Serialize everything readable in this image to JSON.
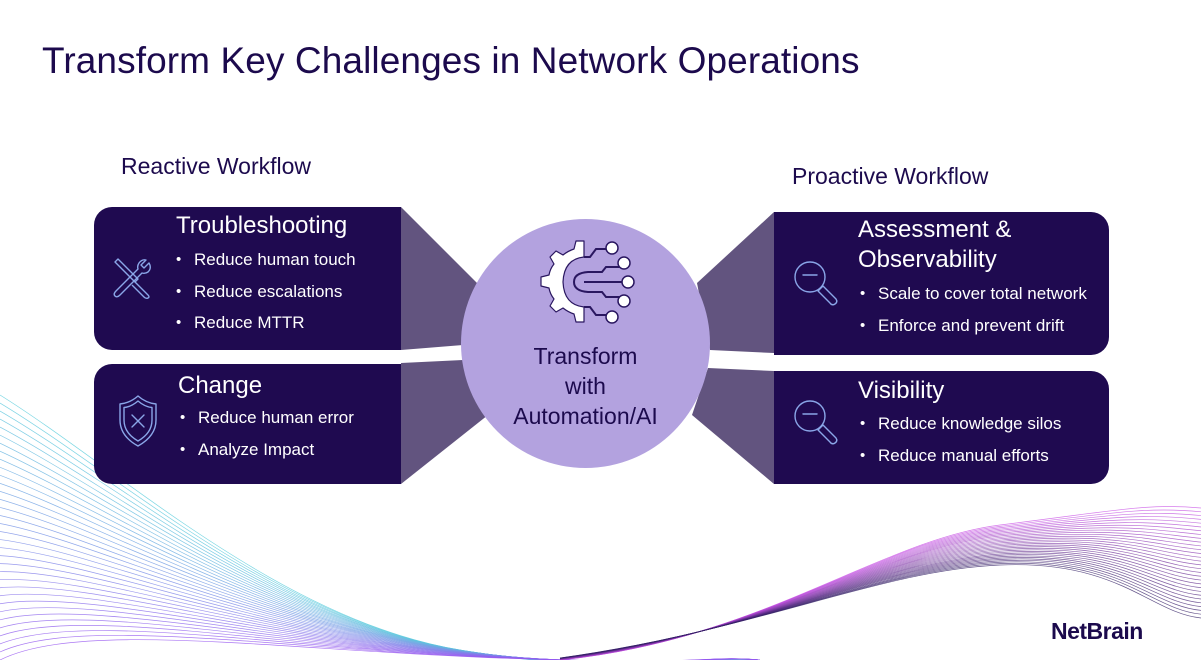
{
  "slide": {
    "title": "Transform Key Challenges in Network Operations",
    "colors": {
      "title": "#1c0a4d",
      "card_bg": "#1f0a50",
      "connector": "#62547f",
      "hub": "#b3a2df",
      "icon_stroke": "#8aa6e8"
    }
  },
  "reactive": {
    "label": "Reactive Workflow",
    "cards": [
      {
        "title": "Troubleshooting",
        "icon": "tools-icon",
        "bullets": [
          "Reduce human touch",
          "Reduce escalations",
          "Reduce MTTR"
        ]
      },
      {
        "title": "Change",
        "icon": "shield-x-icon",
        "bullets": [
          "Reduce human error",
          "Analyze Impact"
        ]
      }
    ]
  },
  "hub": {
    "icon": "gear-circuit-icon",
    "lines": [
      "Transform",
      "with",
      "Automation/AI"
    ]
  },
  "proactive": {
    "label": "Proactive Workflow",
    "cards": [
      {
        "title_lines": [
          "Assessment &",
          "Observability"
        ],
        "icon": "magnifier-minus-icon",
        "bullets": [
          "Scale to cover total network",
          "Enforce and prevent drift"
        ]
      },
      {
        "title": "Visibility",
        "icon": "magnifier-minus-icon",
        "bullets": [
          "Reduce knowledge silos",
          "Reduce manual efforts"
        ]
      }
    ]
  },
  "logo": {
    "text": "NetBrain"
  }
}
